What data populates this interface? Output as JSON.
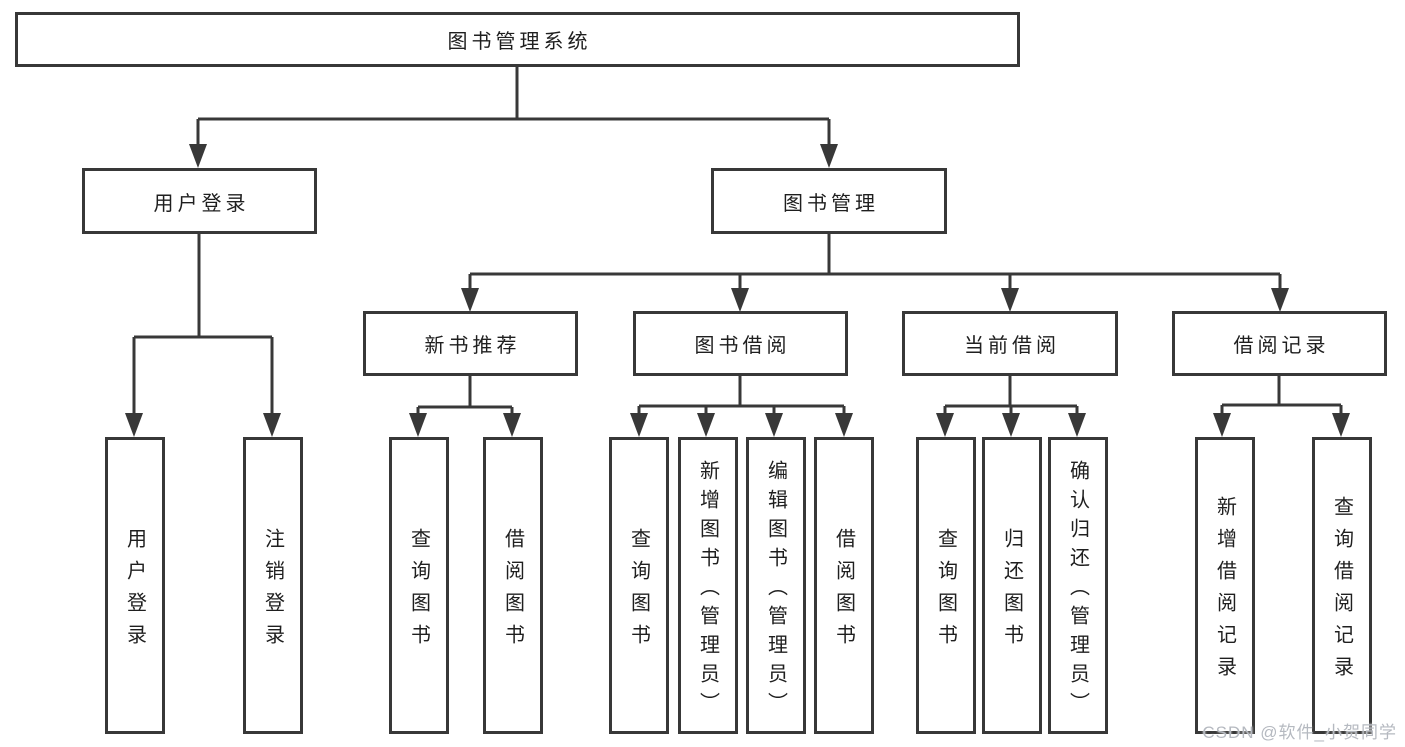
{
  "diagram": {
    "title": "图书管理系统",
    "nodes": {
      "root": "图书管理系统",
      "user_login": "用户登录",
      "book_mgmt": "图书管理",
      "new_book_rec": "新书推荐",
      "book_borrow": "图书借阅",
      "current_borrow": "当前借阅",
      "borrow_records": "借阅记录",
      "leaf_user_login": "用户登录",
      "leaf_logout": "注销登录",
      "leaf_query_book_1": "查询图书",
      "leaf_borrow_book_1": "借阅图书",
      "leaf_query_book_2": "查询图书",
      "leaf_add_book": "新增图书（管理员）",
      "leaf_edit_book": "编辑图书（管理员）",
      "leaf_borrow_book_2": "借阅图书",
      "leaf_query_book_3": "查询图书",
      "leaf_return_book": "归还图书",
      "leaf_confirm_return": "确认归还（管理员）",
      "leaf_add_record": "新增借阅记录",
      "leaf_query_record": "查询借阅记录"
    },
    "colors": {
      "line": "#383838",
      "text": "#1f1f1f",
      "background": "#ffffff",
      "watermark": "#b5b9c0"
    }
  },
  "watermark": "CSDN @软件_小贺同学"
}
